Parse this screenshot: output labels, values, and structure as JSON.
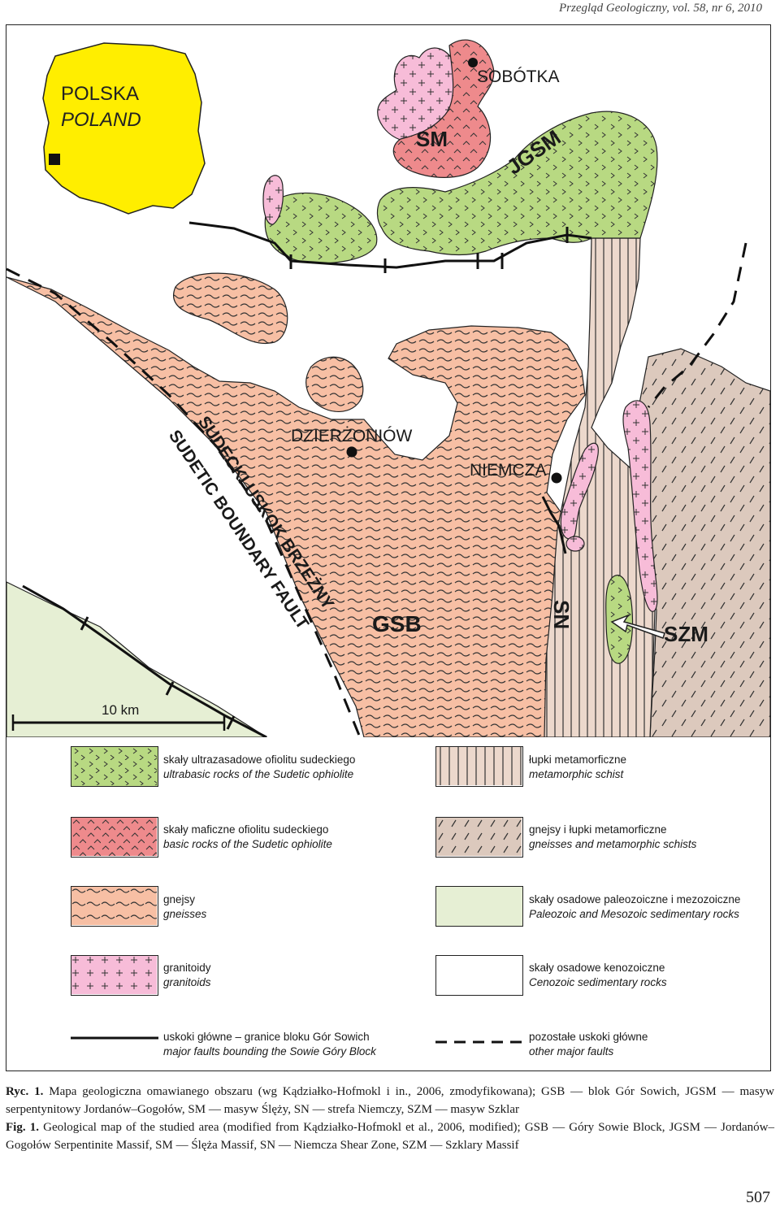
{
  "journal_header": "Przegląd Geologiczny, vol. 58, nr 6, 2010",
  "map": {
    "inset": {
      "line1": "POLSKA",
      "line2": "POLAND"
    },
    "places": {
      "sobotka": "SOBÓTKA",
      "dzierzoniow": "DZIERŻONIÓW",
      "niemcza": "NIEMCZA"
    },
    "units": {
      "sm": "SM",
      "jgsm": "JGSM",
      "gsb": "GSB",
      "sn": "SN",
      "szm": "SZM"
    },
    "fault_pl": "SUDECKI  USKOK  BRZEŻNY",
    "fault_en": "SUDETIC BOUNDARY FAULT",
    "scale": "10 km"
  },
  "legend": [
    {
      "pl": "skały ultrazasadowe ofiolitu sudeckiego",
      "en": "ultrabasic rocks of the Sudetic ophiolite",
      "color": "#b8d982"
    },
    {
      "pl": "łupki metamorficzne",
      "en": "metamorphic schist",
      "color": "#ecd8cc"
    },
    {
      "pl": "skały maficzne ofiolitu sudeckiego",
      "en": "basic rocks of the Sudetic ophiolite",
      "color": "#ee8a8c"
    },
    {
      "pl": "gnejsy i łupki metamorficzne",
      "en": "gneisses and metamorphic schists",
      "color": "#dcc9bd"
    },
    {
      "pl": "gnejsy",
      "en": "gneisses",
      "color": "#f7bfa4"
    },
    {
      "pl": "skały osadowe paleozoiczne i mezozoiczne",
      "en": "Paleozoic and Mesozoic sedimentary rocks",
      "color": "#e6efd4"
    },
    {
      "pl": "granitoidy",
      "en": "granitoids",
      "color": "#f7bcd8"
    },
    {
      "pl": "skały osadowe kenozoiczne",
      "en": "Cenozoic sedimentary rocks",
      "color": "#ffffff"
    },
    {
      "pl": "uskoki główne – granice bloku Gór Sowich",
      "en": "major faults bounding the Sowie Góry Block"
    },
    {
      "pl": "pozostałe uskoki główne",
      "en": "other major faults"
    }
  ],
  "caption": {
    "pl_label": "Ryc. 1.",
    "pl_text": "Mapa geologiczna omawianego obszaru (wg Kądziałko-Hofmokl i in., 2006, zmodyfikowana); GSB — blok Gór Sowich, JGSM — masyw serpentynitowy Jordanów–Gogołów, SM — masyw Ślęży, SN — strefa Niemczy, SZM — masyw Szklar",
    "en_label": "Fig. 1.",
    "en_text": "Geological map of the studied area (modified from Kądziałko-Hofmokl et al., 2006, modified); GSB — Góry Sowie Block, JGSM — Jordanów–Gogołów Serpentinite Massif, SM — Ślęża Massif, SN — Niemcza Shear Zone, SZM — Szklary Massif"
  },
  "page_number": "507"
}
